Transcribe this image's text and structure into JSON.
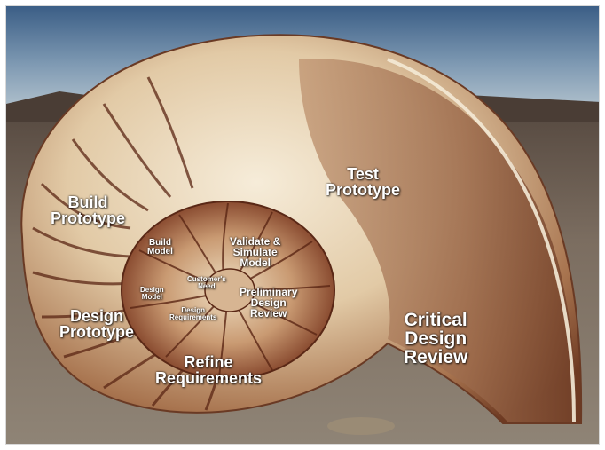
{
  "labels": {
    "test_prototype": "Test\nPrototype",
    "build_prototype": "Build\nPrototype",
    "critical_design_review": "Critical\nDesign\nReview",
    "design_prototype": "Design\nPrototype",
    "refine_requirements": "Refine\nRequirements",
    "preliminary_design_review": "Preliminary\nDesign\nReview",
    "validate_simulate_model": "Validate &\nSimulate\nModel",
    "build_model": "Build\nModel",
    "design_model": "Design\nModel",
    "design_requirements": "Design\nRequirements",
    "customers_need": "Customer's\nNeed"
  },
  "colors": {
    "sky_top": "#3b5e86",
    "sky_bottom": "#a9bfd0",
    "ground": "#6b6055",
    "shell_cream": "#efe2c9",
    "shell_brown": "#8a3f22",
    "shell_shadow": "#6e3521"
  }
}
